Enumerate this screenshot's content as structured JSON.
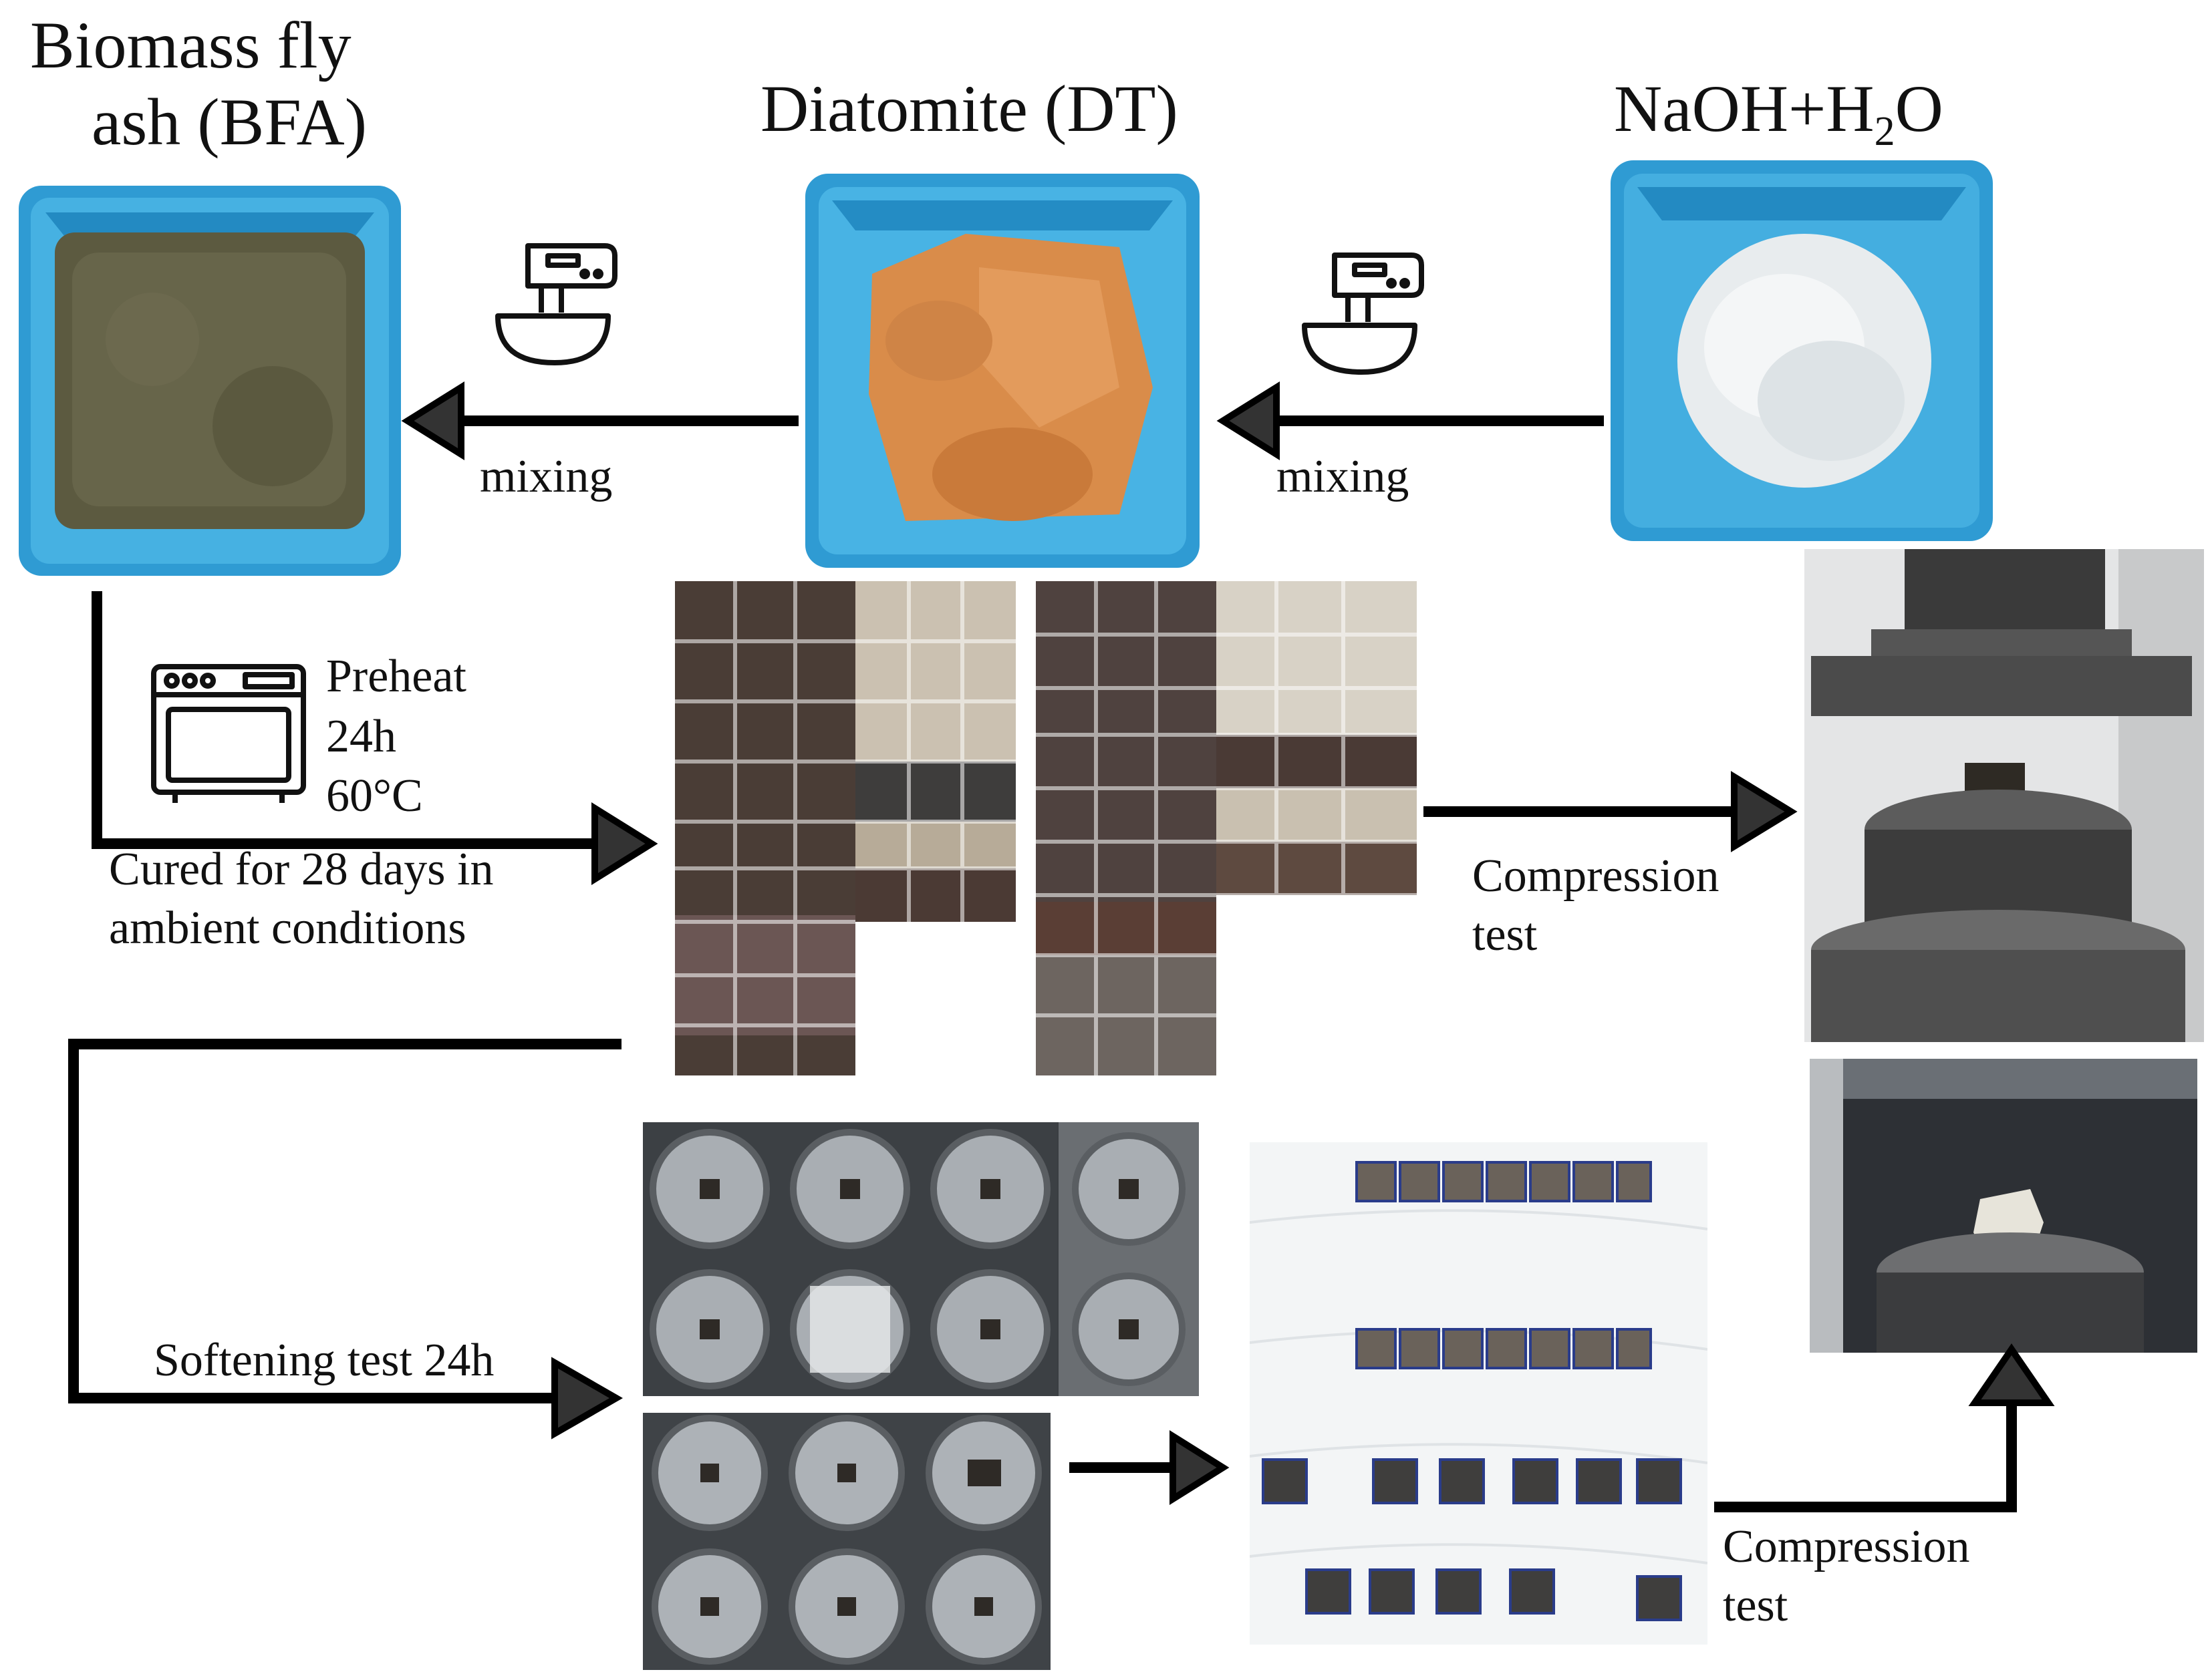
{
  "materials": {
    "bfa": {
      "line1": "Biomass fly",
      "line2": "ash (BFA)"
    },
    "dt": {
      "label": "Diatomite (DT)"
    },
    "naoh": {
      "formula_pre": "NaOH+H",
      "formula_sub": "2",
      "formula_post": "O"
    }
  },
  "steps": {
    "mixing_left": "mixing",
    "mixing_right": "mixing",
    "preheat": {
      "line1": "Preheat",
      "line2": "24h",
      "line3": "60°C"
    },
    "cured": {
      "line1": "Cured for 28 days in",
      "line2": "ambient conditions"
    },
    "compression_top": {
      "line1": "Compression",
      "line2": "test"
    },
    "softening": "Softening test 24h",
    "compression_bottom": {
      "line1": "Compression",
      "line2": "test"
    }
  },
  "icons": [
    "hand-mixer-icon",
    "oven-icon"
  ],
  "colors": {
    "tray_blue": "#2f9bd3",
    "bfa_powder": "#5c5a40",
    "dt_powder": "#d98c4a",
    "naoh_pellets": "#e8ecee",
    "arrow": "#000000"
  }
}
